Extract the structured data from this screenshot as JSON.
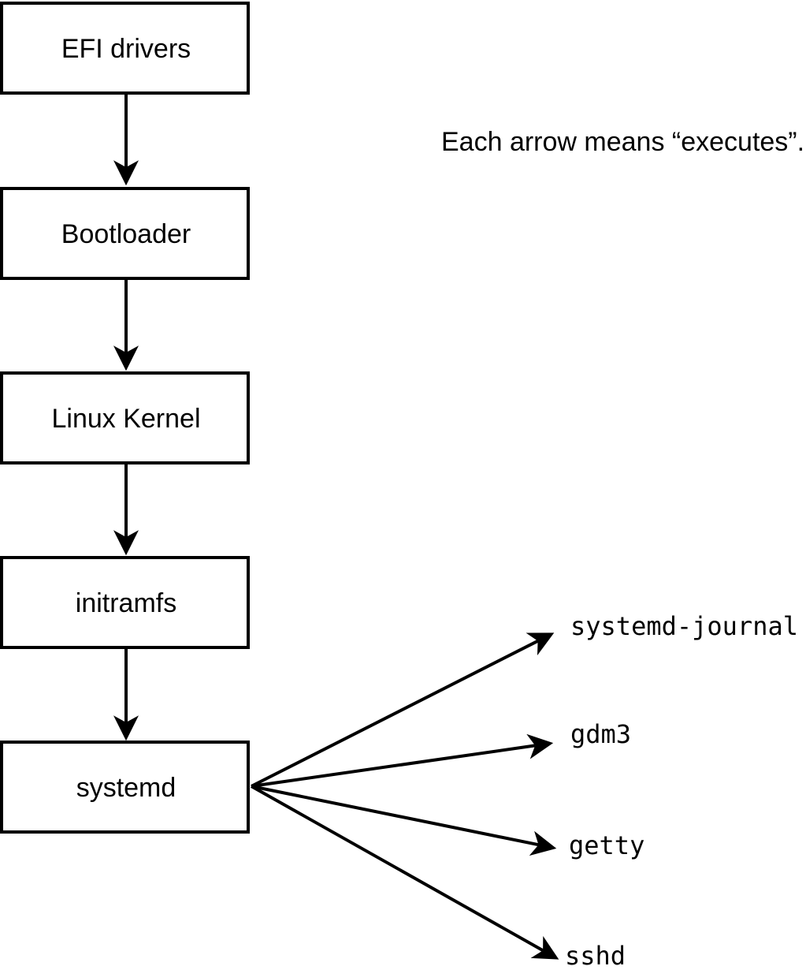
{
  "diagram": {
    "caption": "Each arrow means “executes”.",
    "chain_nodes": [
      {
        "label": "EFI drivers"
      },
      {
        "label": "Bootloader"
      },
      {
        "label": "Linux Kernel"
      },
      {
        "label": "initramfs"
      },
      {
        "label": "systemd"
      }
    ],
    "leaf_nodes": [
      {
        "label": "systemd-journal"
      },
      {
        "label": "gdm3"
      },
      {
        "label": "getty"
      },
      {
        "label": "sshd"
      }
    ],
    "colors": {
      "background": "#ffffff",
      "line": "#000000",
      "box_fill": "#ffffff"
    }
  }
}
